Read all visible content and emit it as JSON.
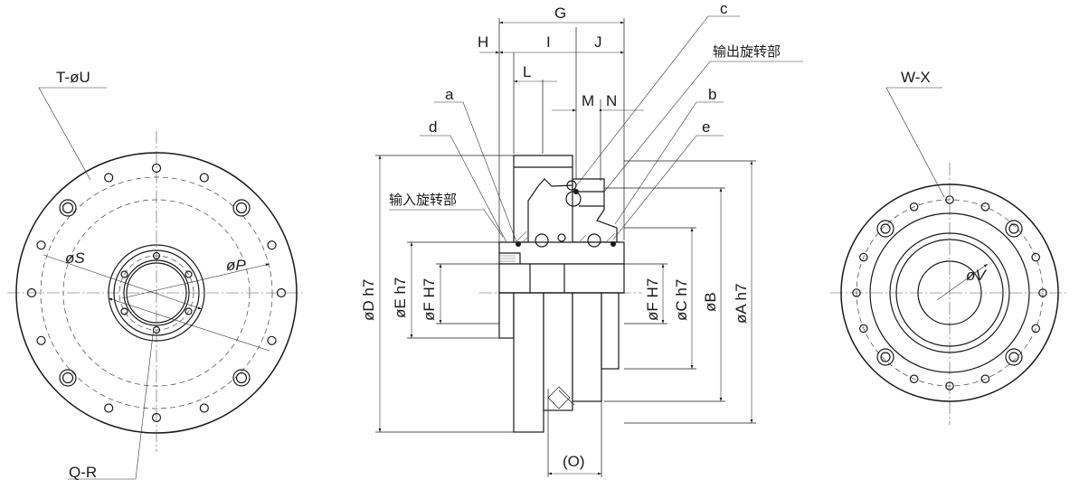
{
  "left_view": {
    "labels": {
      "bolt_circle_holes": "T-øU",
      "tapped_holes": "Q-R",
      "dia_s": "øS",
      "dia_p": "øP"
    }
  },
  "side_view": {
    "dims": {
      "g": "G",
      "h": "H",
      "i": "I",
      "j": "J",
      "l": "L",
      "m": "M",
      "n": "N",
      "o": "(O)",
      "d_h7": "øD h7",
      "e_h7": "øE h7",
      "f_h7_left": "øF H7",
      "f_h7_right": "øF H7",
      "c_h7": "øC h7",
      "b": "øB",
      "a_h7": "øA h7"
    },
    "callouts": {
      "a": "a",
      "b": "b",
      "c": "c",
      "d": "d",
      "e": "e"
    },
    "notes": {
      "output_rotating": "输出旋转部",
      "input_rotating": "输入旋转部"
    }
  },
  "right_view": {
    "labels": {
      "w_x": "W-X",
      "dia_v": "øV"
    }
  }
}
